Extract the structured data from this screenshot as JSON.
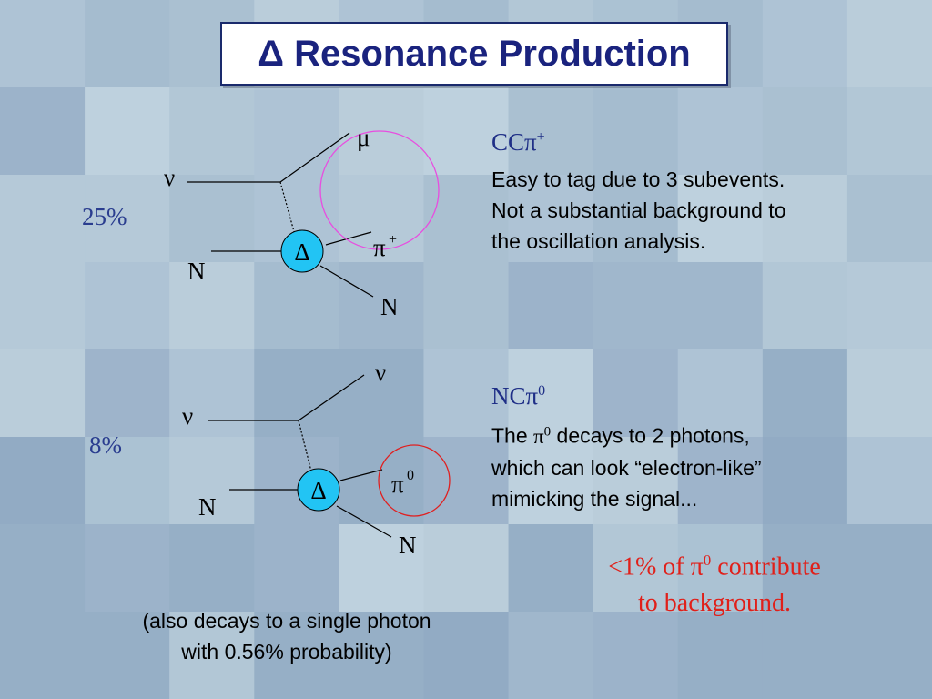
{
  "title": "Δ Resonance Production",
  "diagram_top": {
    "neutrino_in": "ν",
    "nucleon_in": "N",
    "lepton_out": "μ",
    "resonance": "Δ",
    "pion_out": "π",
    "pion_charge": "+",
    "nucleon_out": "N",
    "percentage": "25%",
    "circle_color": "#e84de0"
  },
  "diagram_bottom": {
    "neutrino_in": "ν",
    "nucleon_in": "N",
    "lepton_out": "ν",
    "resonance": "Δ",
    "pion_out": "π",
    "pion_charge": "0",
    "nucleon_out": "N",
    "percentage": "8%",
    "circle_color": "#e02020"
  },
  "cc_section": {
    "heading_main": "CCπ",
    "heading_sup": "+",
    "lines": [
      "Easy to tag due to 3 subevents.",
      "Not a substantial background to",
      "the oscillation analysis."
    ]
  },
  "nc_section": {
    "heading_main": "NCπ",
    "heading_sup": "0",
    "line1_prefix": "The ",
    "line1_pi": "π",
    "line1_sup": "0",
    "line1_suffix": " decays to 2 photons,",
    "line2": "which can look “electron-like”",
    "line3": "mimicking the signal..."
  },
  "background_note": {
    "part1": "<1% of π",
    "sup": "0",
    "part2": " contribute",
    "line2": "to background."
  },
  "footnote": {
    "line1": "(also decays to a single photon",
    "line2": "with 0.56% probability)"
  },
  "colors": {
    "resonance_fill": "#22c4f4",
    "heading_blue": "#1f2f87",
    "note_red": "#e0201a"
  }
}
